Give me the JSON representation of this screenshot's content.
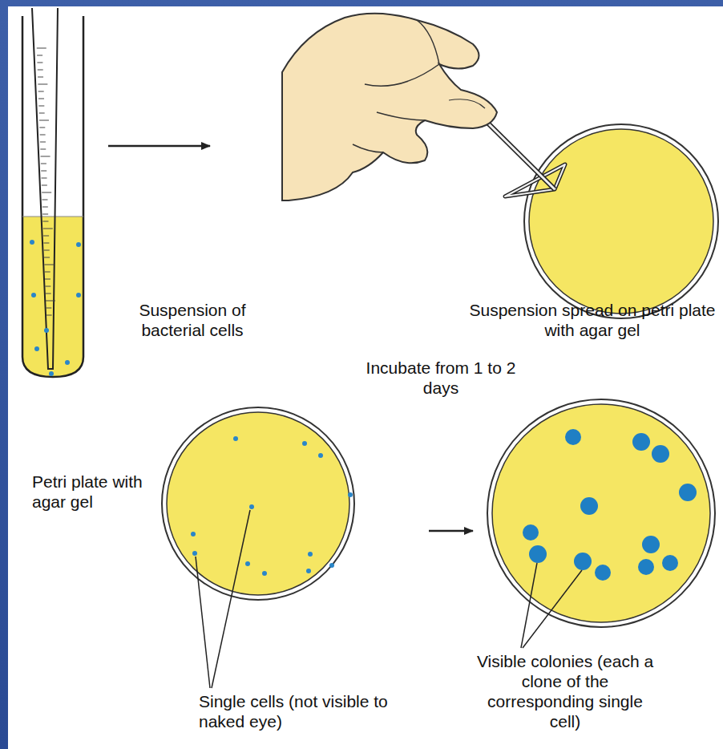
{
  "diagram": {
    "labels": [
      "Suspension of bacterial cells",
      "Suspension spread on petri plate with agar gel",
      "Incubate from 1 to 2 days",
      "Petri plate with agar gel",
      "Single cells (not visible to naked eye)",
      "Visible colonies (each a clone of the corresponding single cell)"
    ]
  }
}
